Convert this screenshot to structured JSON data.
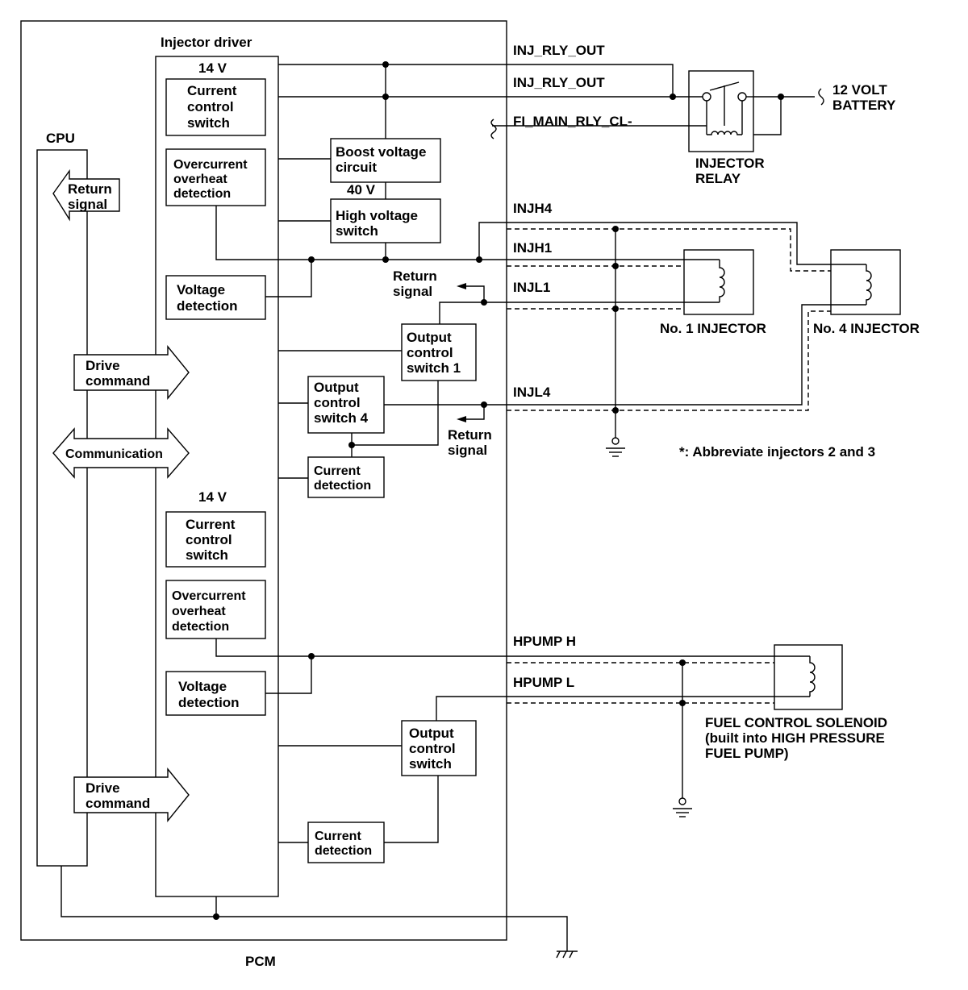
{
  "labels": {
    "injector_driver": "Injector driver",
    "cpu": "CPU",
    "pcm": "PCM",
    "v14_top": "14 V",
    "v14_bottom": "14 V",
    "v40": "40 V",
    "inj_rly_out_1": "INJ_RLY_OUT",
    "inj_rly_out_2": "INJ_RLY_OUT",
    "fi_main_rly": "FI_MAIN_RLY_CL-",
    "battery": [
      "12 VOLT",
      "BATTERY"
    ],
    "injector_relay": [
      "INJECTOR",
      "RELAY"
    ],
    "injh4": "INJH4",
    "injh1": "INJH1",
    "injl1": "INJL1",
    "injl4": "INJL4",
    "no1_injector": "No. 1 INJECTOR",
    "no4_injector": "No. 4 INJECTOR",
    "abbrev_note": "*: Abbreviate injectors 2 and 3",
    "return_signal_1": [
      "Return",
      "signal"
    ],
    "return_signal_2": [
      "Return",
      "signal"
    ],
    "cpu_return_signal": [
      "Return",
      "signal"
    ],
    "hpump_h": "HPUMP H",
    "hpump_l": "HPUMP L",
    "fuel_solenoid": [
      "FUEL CONTROL SOLENOID",
      "(built into HIGH PRESSURE",
      "FUEL PUMP)"
    ]
  },
  "blocks": {
    "current_control_switch_1": [
      "Current",
      "control",
      "switch"
    ],
    "overcurrent_1": [
      "Overcurrent",
      "overheat",
      "detection"
    ],
    "boost_voltage": [
      "Boost voltage",
      "circuit"
    ],
    "high_voltage_switch": [
      "High voltage",
      "switch"
    ],
    "voltage_detection_1": [
      "Voltage",
      "detection"
    ],
    "output_control_switch_1": [
      "Output",
      "control",
      "switch 1"
    ],
    "output_control_switch_4": [
      "Output",
      "control",
      "switch 4"
    ],
    "current_detection_1": [
      "Current",
      "detection"
    ],
    "current_control_switch_2": [
      "Current",
      "control",
      "switch"
    ],
    "overcurrent_2": [
      "Overcurrent",
      "overheat",
      "detection"
    ],
    "voltage_detection_2": [
      "Voltage",
      "detection"
    ],
    "output_control_switch_2": [
      "Output",
      "control",
      "switch"
    ],
    "current_detection_2": [
      "Current",
      "detection"
    ]
  },
  "arrows": {
    "drive_command_1": [
      "Drive",
      "command"
    ],
    "communication": "Communication",
    "drive_command_2": [
      "Drive",
      "command"
    ]
  }
}
